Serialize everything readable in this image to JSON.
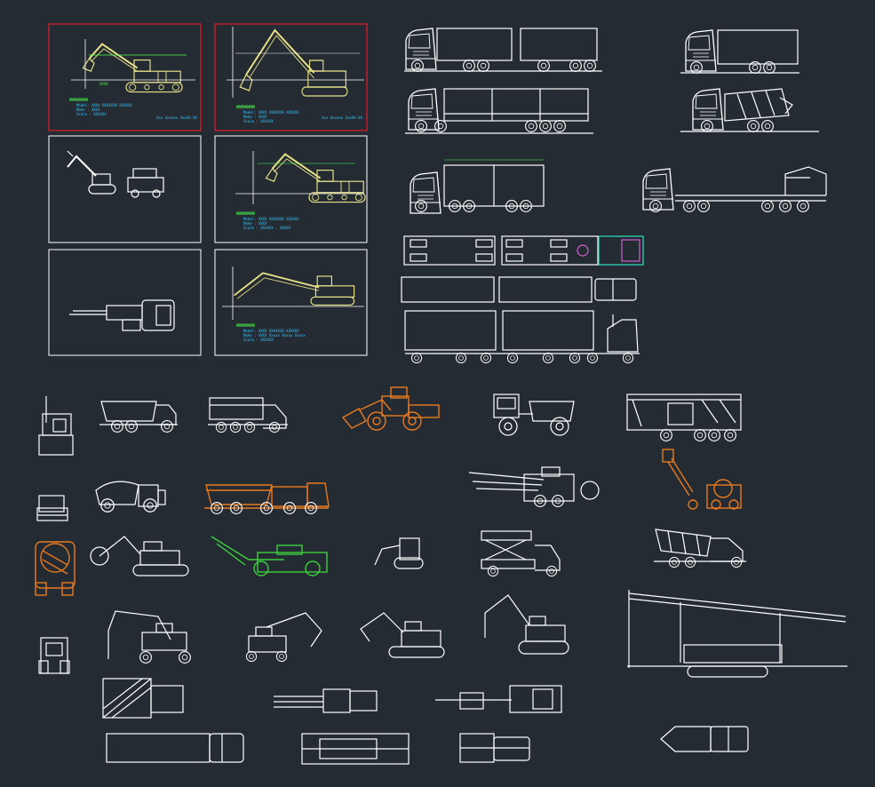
{
  "colors": {
    "background": "#252b33",
    "line": "#ffffff",
    "highlight_frame": "#c8202a",
    "excavator": "#e8e28a",
    "dim": "#4dff4d",
    "note": "#38c8ff",
    "orange": "#e87a1e",
    "green": "#3ccf3c",
    "cyan": "#2ee0c0",
    "magenta": "#d060d0"
  },
  "sheet_notes": {
    "s1_title": "WWWWWWW",
    "s1_line1": "Model: XXXX XXXXXXX XXXXXX",
    "s1_line2": "Make  :  XXXX",
    "s1_line3": "Scale :  XXXXXX",
    "s1_corner": "Xxx Xxxxxx XxxXX-XX",
    "s2_title": "WWWWWWW",
    "s2_line1": "Model: XXXX XXXXXXX XXXXXX",
    "s2_line2": "Make  :  XXXX",
    "s2_line3": "Scale :  XXXXXX",
    "s2_corner": "Xxx Xxxxxx XxxXX-XX",
    "s4_title": "WWWWWWW",
    "s4_line1": "Model: XXXX XXXXXXX XXXXXX",
    "s4_line2": "Make  :  XXXX",
    "s4_line3": "Scale :  XXXXXX . XXXXX",
    "s6_title": "WWWWWWW",
    "s6_line1": "Model: XXXX XXXXXXX XXXXXX",
    "s6_line2": "Make  :  XXXX Xxxxx Xxxxx Xxxxx",
    "s6_line3": "Scale :  XXXXXX"
  }
}
